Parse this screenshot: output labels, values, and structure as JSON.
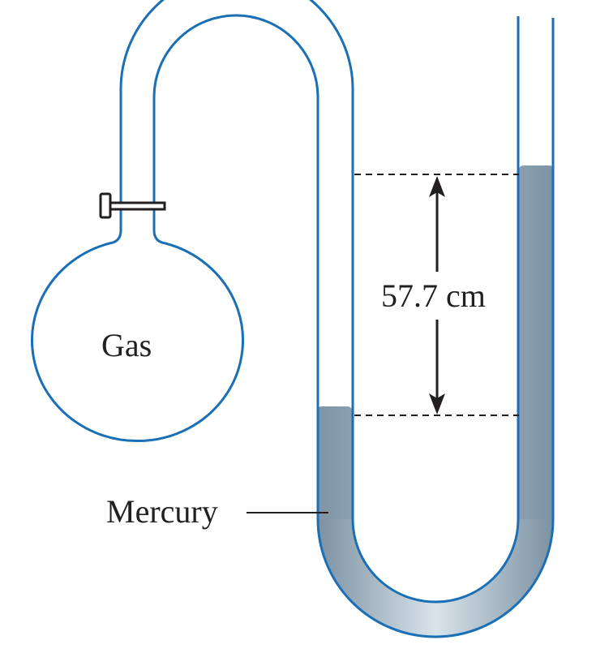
{
  "labels": {
    "gas": "Gas",
    "height": "57.7 cm",
    "mercury": "Mercury"
  },
  "colors": {
    "tube": "#1a6fb5",
    "mercury_dark": "#7d93a3",
    "mercury_light": "#d6e0e8",
    "text": "#231f20"
  }
}
